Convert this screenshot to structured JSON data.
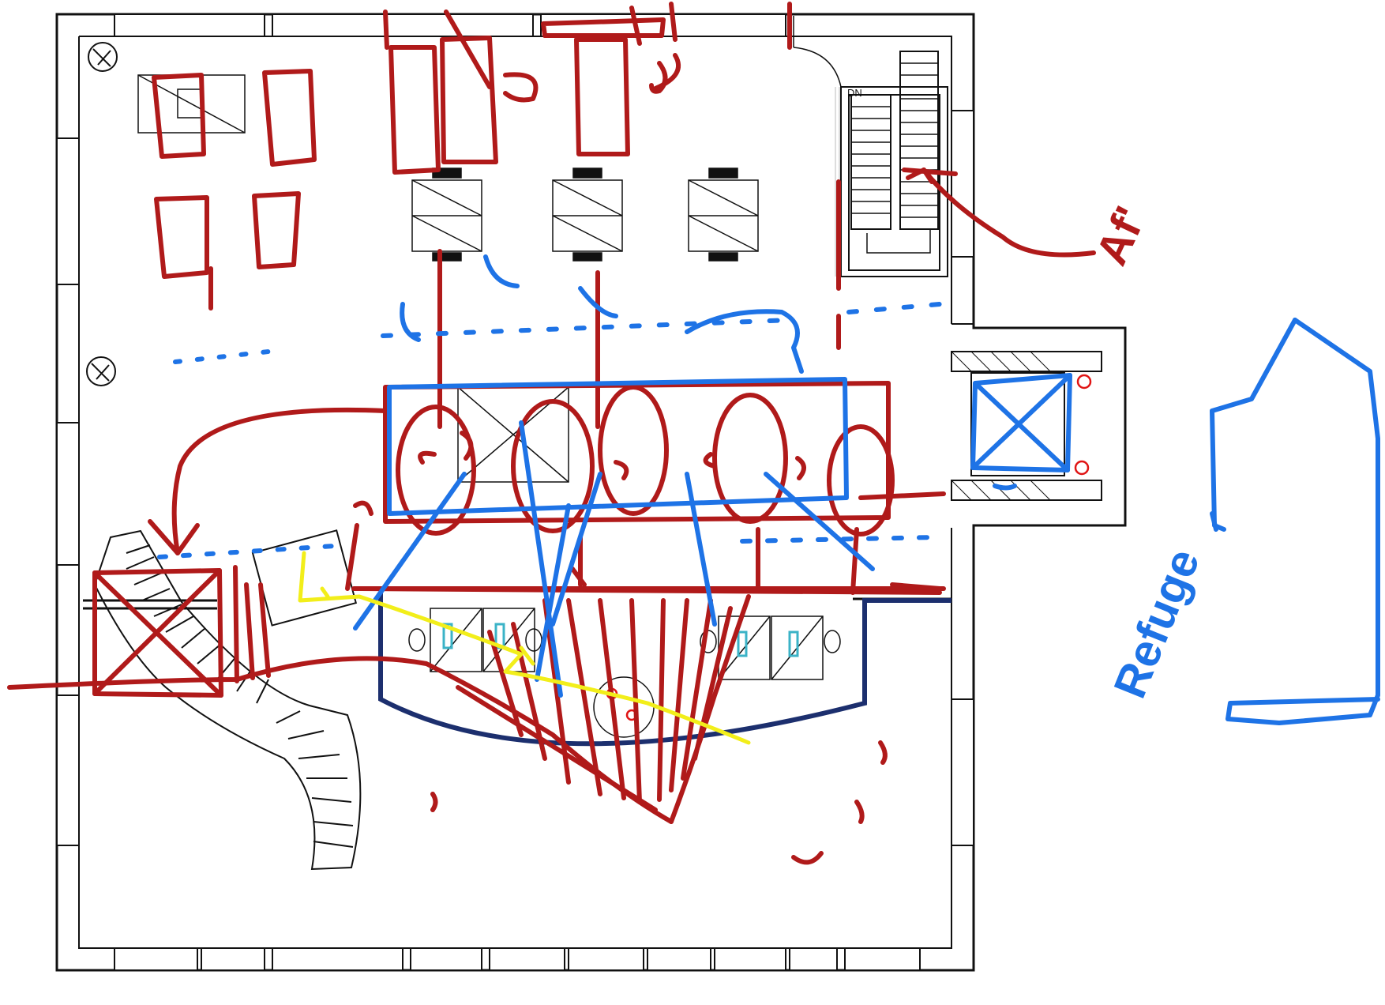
{
  "plan": {
    "stair_direction_label": "DN"
  },
  "annotations": {
    "stair_note": "Af'",
    "refuge_note": "Refuge"
  },
  "colors": {
    "ink_red": "#b01a1a",
    "ink_blue": "#1e73e6",
    "ink_yellow": "#f2ee1a",
    "wall_black": "#111111",
    "glass_navy": "#1c2f6e",
    "fixture_cyan": "#3bb3c7",
    "fixture_red": "#e01515"
  },
  "icons": {
    "detector": "smoke-detector-icon",
    "stair": "stair-icon",
    "elevator": "elevator-cross-icon",
    "workstation": "workstation-desk-icon"
  }
}
